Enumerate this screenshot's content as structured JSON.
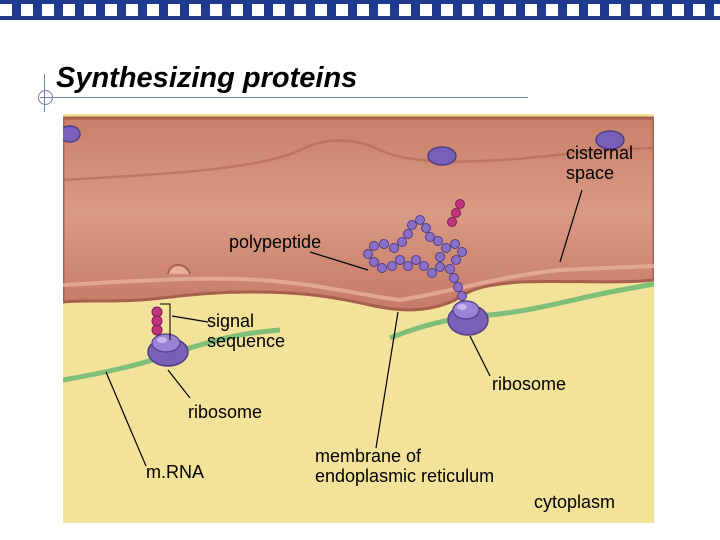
{
  "title": "Synthesizing proteins",
  "labels": {
    "cisternal_space": [
      "cisternal",
      "space"
    ],
    "polypeptide": "polypeptide",
    "signal_sequence": [
      "signal",
      "sequence"
    ],
    "ribosome_right": "ribosome",
    "ribosome_left": "ribosome",
    "mrna": "m.RNA",
    "membrane": [
      "membrane of",
      "endoplasmic reticulum"
    ],
    "cytoplasm": "cytoplasm"
  },
  "colors": {
    "header_bar": "#1f3a8f",
    "cytoplasm": "#f3e39a",
    "er_lumen": "#d08b76",
    "membrane_green": "#7fbf7a",
    "bead_purple": "#8a6fc8",
    "signal_pink": "#c2347f",
    "ribosome_purple": "#7a5fb8"
  }
}
